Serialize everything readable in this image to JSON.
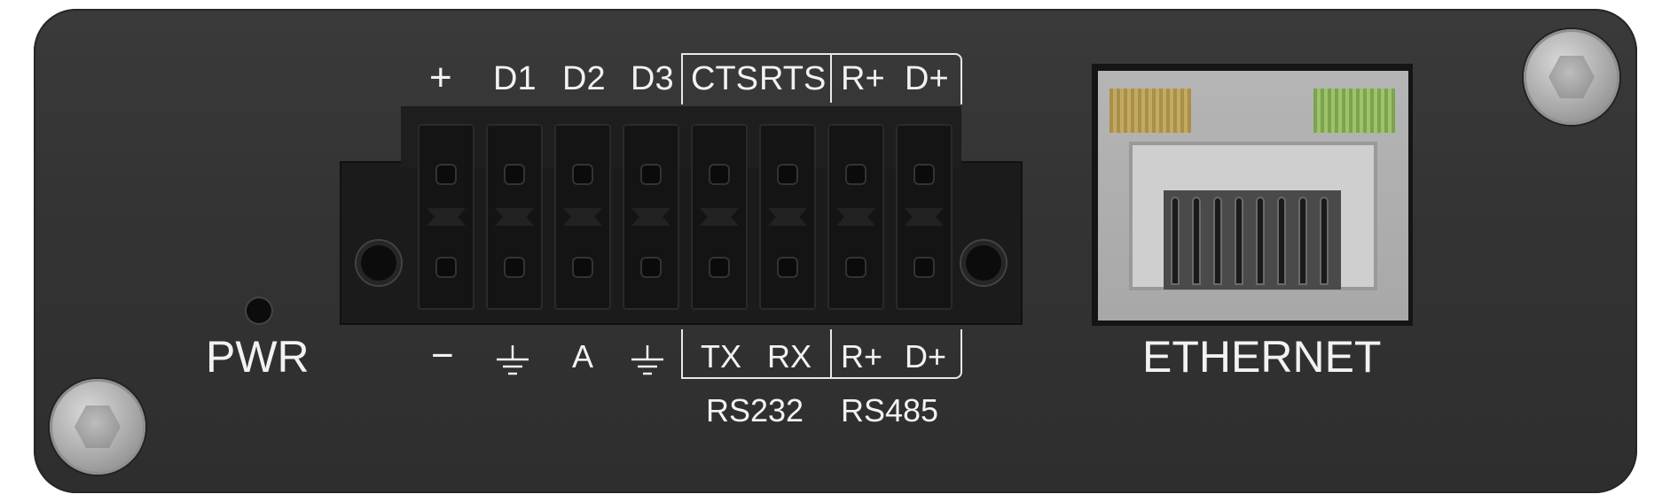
{
  "device": {
    "top_labels": [
      "+",
      "D1",
      "D2",
      "D3",
      "CTS",
      "RTS",
      "R+",
      "D+"
    ],
    "bottom_labels": [
      "−",
      "",
      "A",
      "",
      "TX",
      "RX",
      "R+",
      "D+"
    ],
    "ground_symbol_name": "ground-icon",
    "pwr_label": "PWR",
    "rs232_label": "RS232",
    "rs485_label": "RS485",
    "ethernet_label": "ETHERNET"
  },
  "colors": {
    "panel": "#333333",
    "text": "#f2f2f2",
    "led_yellow": "#c4a962",
    "led_green": "#9cc46b"
  }
}
